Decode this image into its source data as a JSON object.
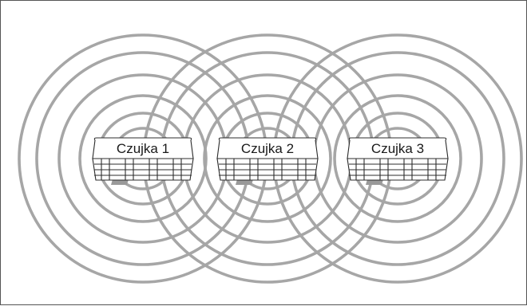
{
  "diagram": {
    "detectors": [
      {
        "label": "Czujka 1"
      },
      {
        "label": "Czujka 2"
      },
      {
        "label": "Czujka 3"
      }
    ],
    "colors": {
      "frame": "#555555",
      "rings": "#a6a6a6",
      "detector_outline": "#2c2c2c",
      "background": "#ffffff"
    },
    "icons": [
      "detector-icon",
      "signal-ring"
    ]
  }
}
